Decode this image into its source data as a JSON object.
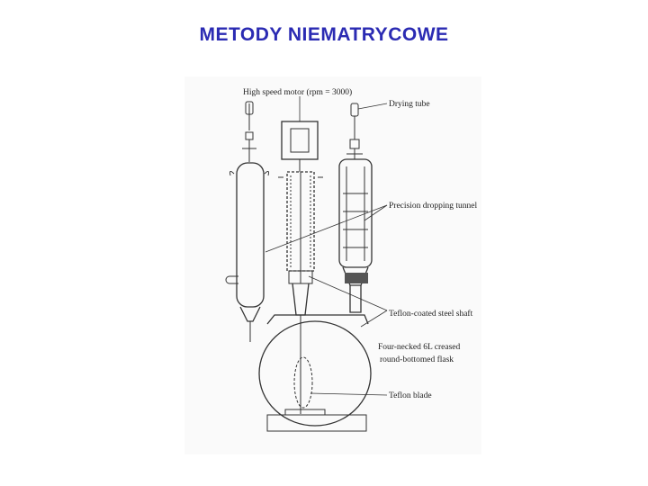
{
  "slide": {
    "title": "METODY NIEMATRYCOWE"
  },
  "figure": {
    "labels": {
      "motor": "High speed motor (rpm = 3000)",
      "drying_tube": "Drying tube",
      "dropping_tunnel": "Precision dropping tunnel",
      "shaft": "Teflon-coated steel shaft",
      "flask_line1": "Four-necked 6L creased",
      "flask_line2": "round-bottomed flask",
      "blade": "Teflon blade"
    }
  },
  "colors": {
    "title": "#2b2bb3",
    "ink": "#333333"
  }
}
